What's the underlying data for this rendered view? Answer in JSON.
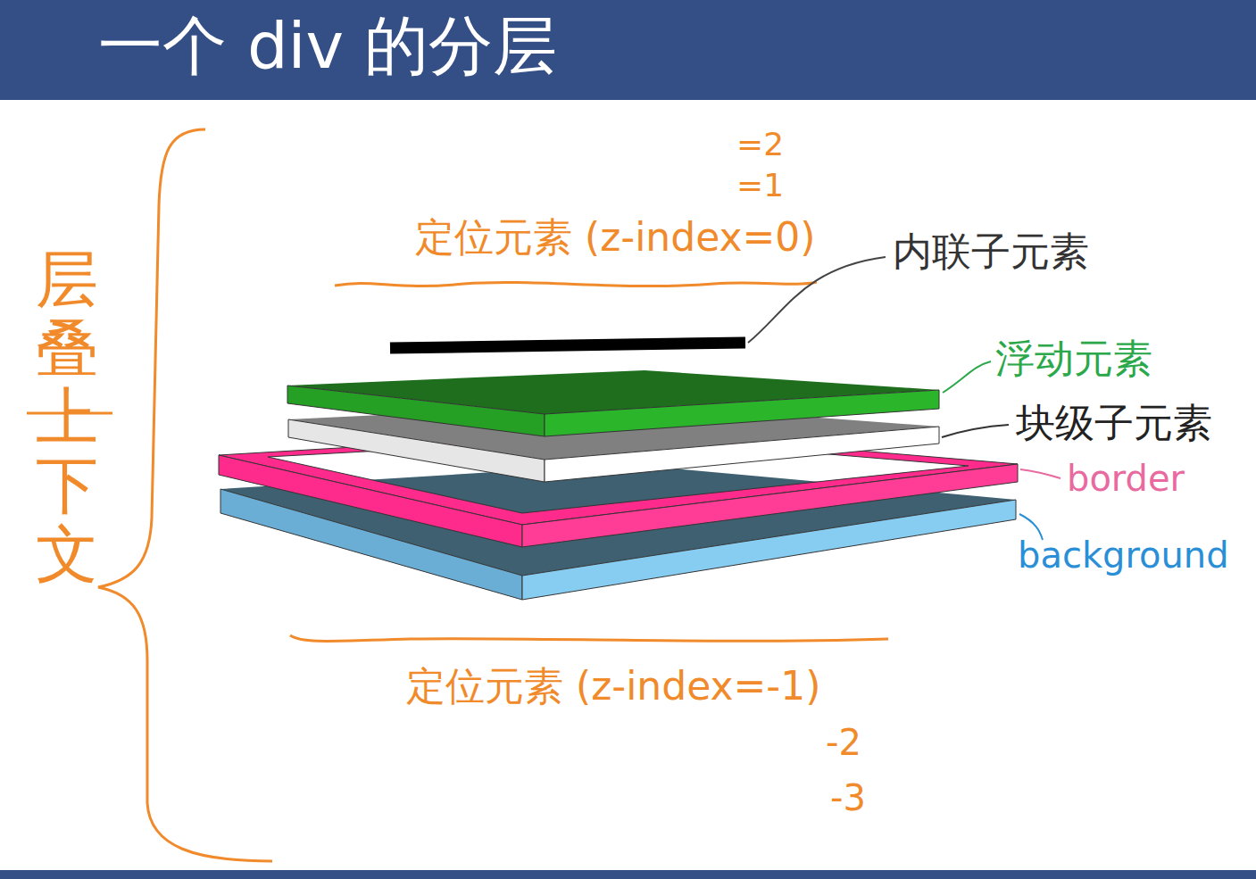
{
  "diagram": {
    "title": "一个 div 的分层",
    "labels": [
      "=2",
      "=1",
      "定位元素 (z-index=0)",
      "内联子元素",
      "浮动元素",
      "块级子元素",
      "border",
      "background",
      "定位元素 (z-index=-1)",
      "-2",
      "-3",
      "层叠上下文"
    ]
  }
}
